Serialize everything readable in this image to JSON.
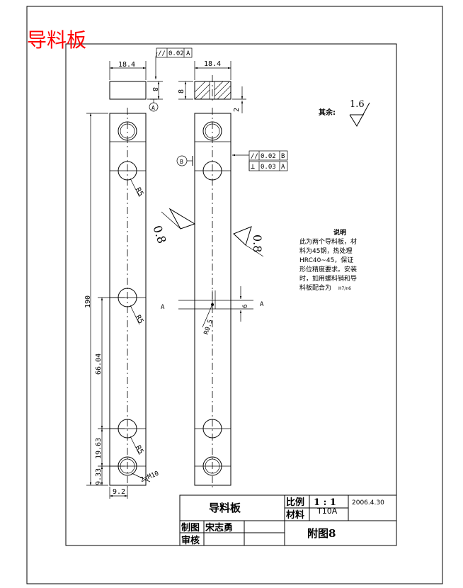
{
  "heading": "导料板",
  "views": {
    "front_top_width": "18.4",
    "front_top_height": "8",
    "side_top_width": "18.4",
    "side_top_height": "8",
    "side_small_dim": "2",
    "datum_a": "A",
    "datum_b": "B",
    "tol_parallel_a": {
      "symbol": "//",
      "value": "0.02",
      "datum": "A"
    },
    "tol_parallel_b": {
      "symbol": "//",
      "value": "0.02",
      "datum": "B"
    },
    "tol_perp_a": {
      "symbol": "⊥",
      "value": "0.03",
      "datum": "A"
    },
    "total_length": "190",
    "dim_66": "66.04",
    "dim_19": "19.63",
    "dim_9_33": "9.33",
    "dim_9_2": "9.2",
    "radius_r5": "R5",
    "thread": "2xM10",
    "radius_r05": "R0.5",
    "small_6": "6",
    "roughness_left": "0.8",
    "roughness_right": "0.8",
    "section_a_left": "A",
    "section_a_right": "A",
    "other_label": "其余:",
    "other_roughness": "1.6"
  },
  "notes": {
    "title": "说明",
    "lines": [
      "此为两个导料板，材",
      "料为45钢，热处理",
      "HRC40~45，保证",
      "形位精度要求。安装",
      "时，如用螺料销和导",
      "料板配合为"
    ],
    "fit": "H7/n6"
  },
  "title_block": {
    "part_name": "导料板",
    "scale_label": "比例",
    "scale_value": "1 : 1",
    "date": "2006.4.30",
    "material_label": "材料",
    "material_value": "T10A",
    "drawn_label": "制图",
    "drawn_name": "宋志勇",
    "check_label": "审核",
    "figure": "附图8"
  }
}
